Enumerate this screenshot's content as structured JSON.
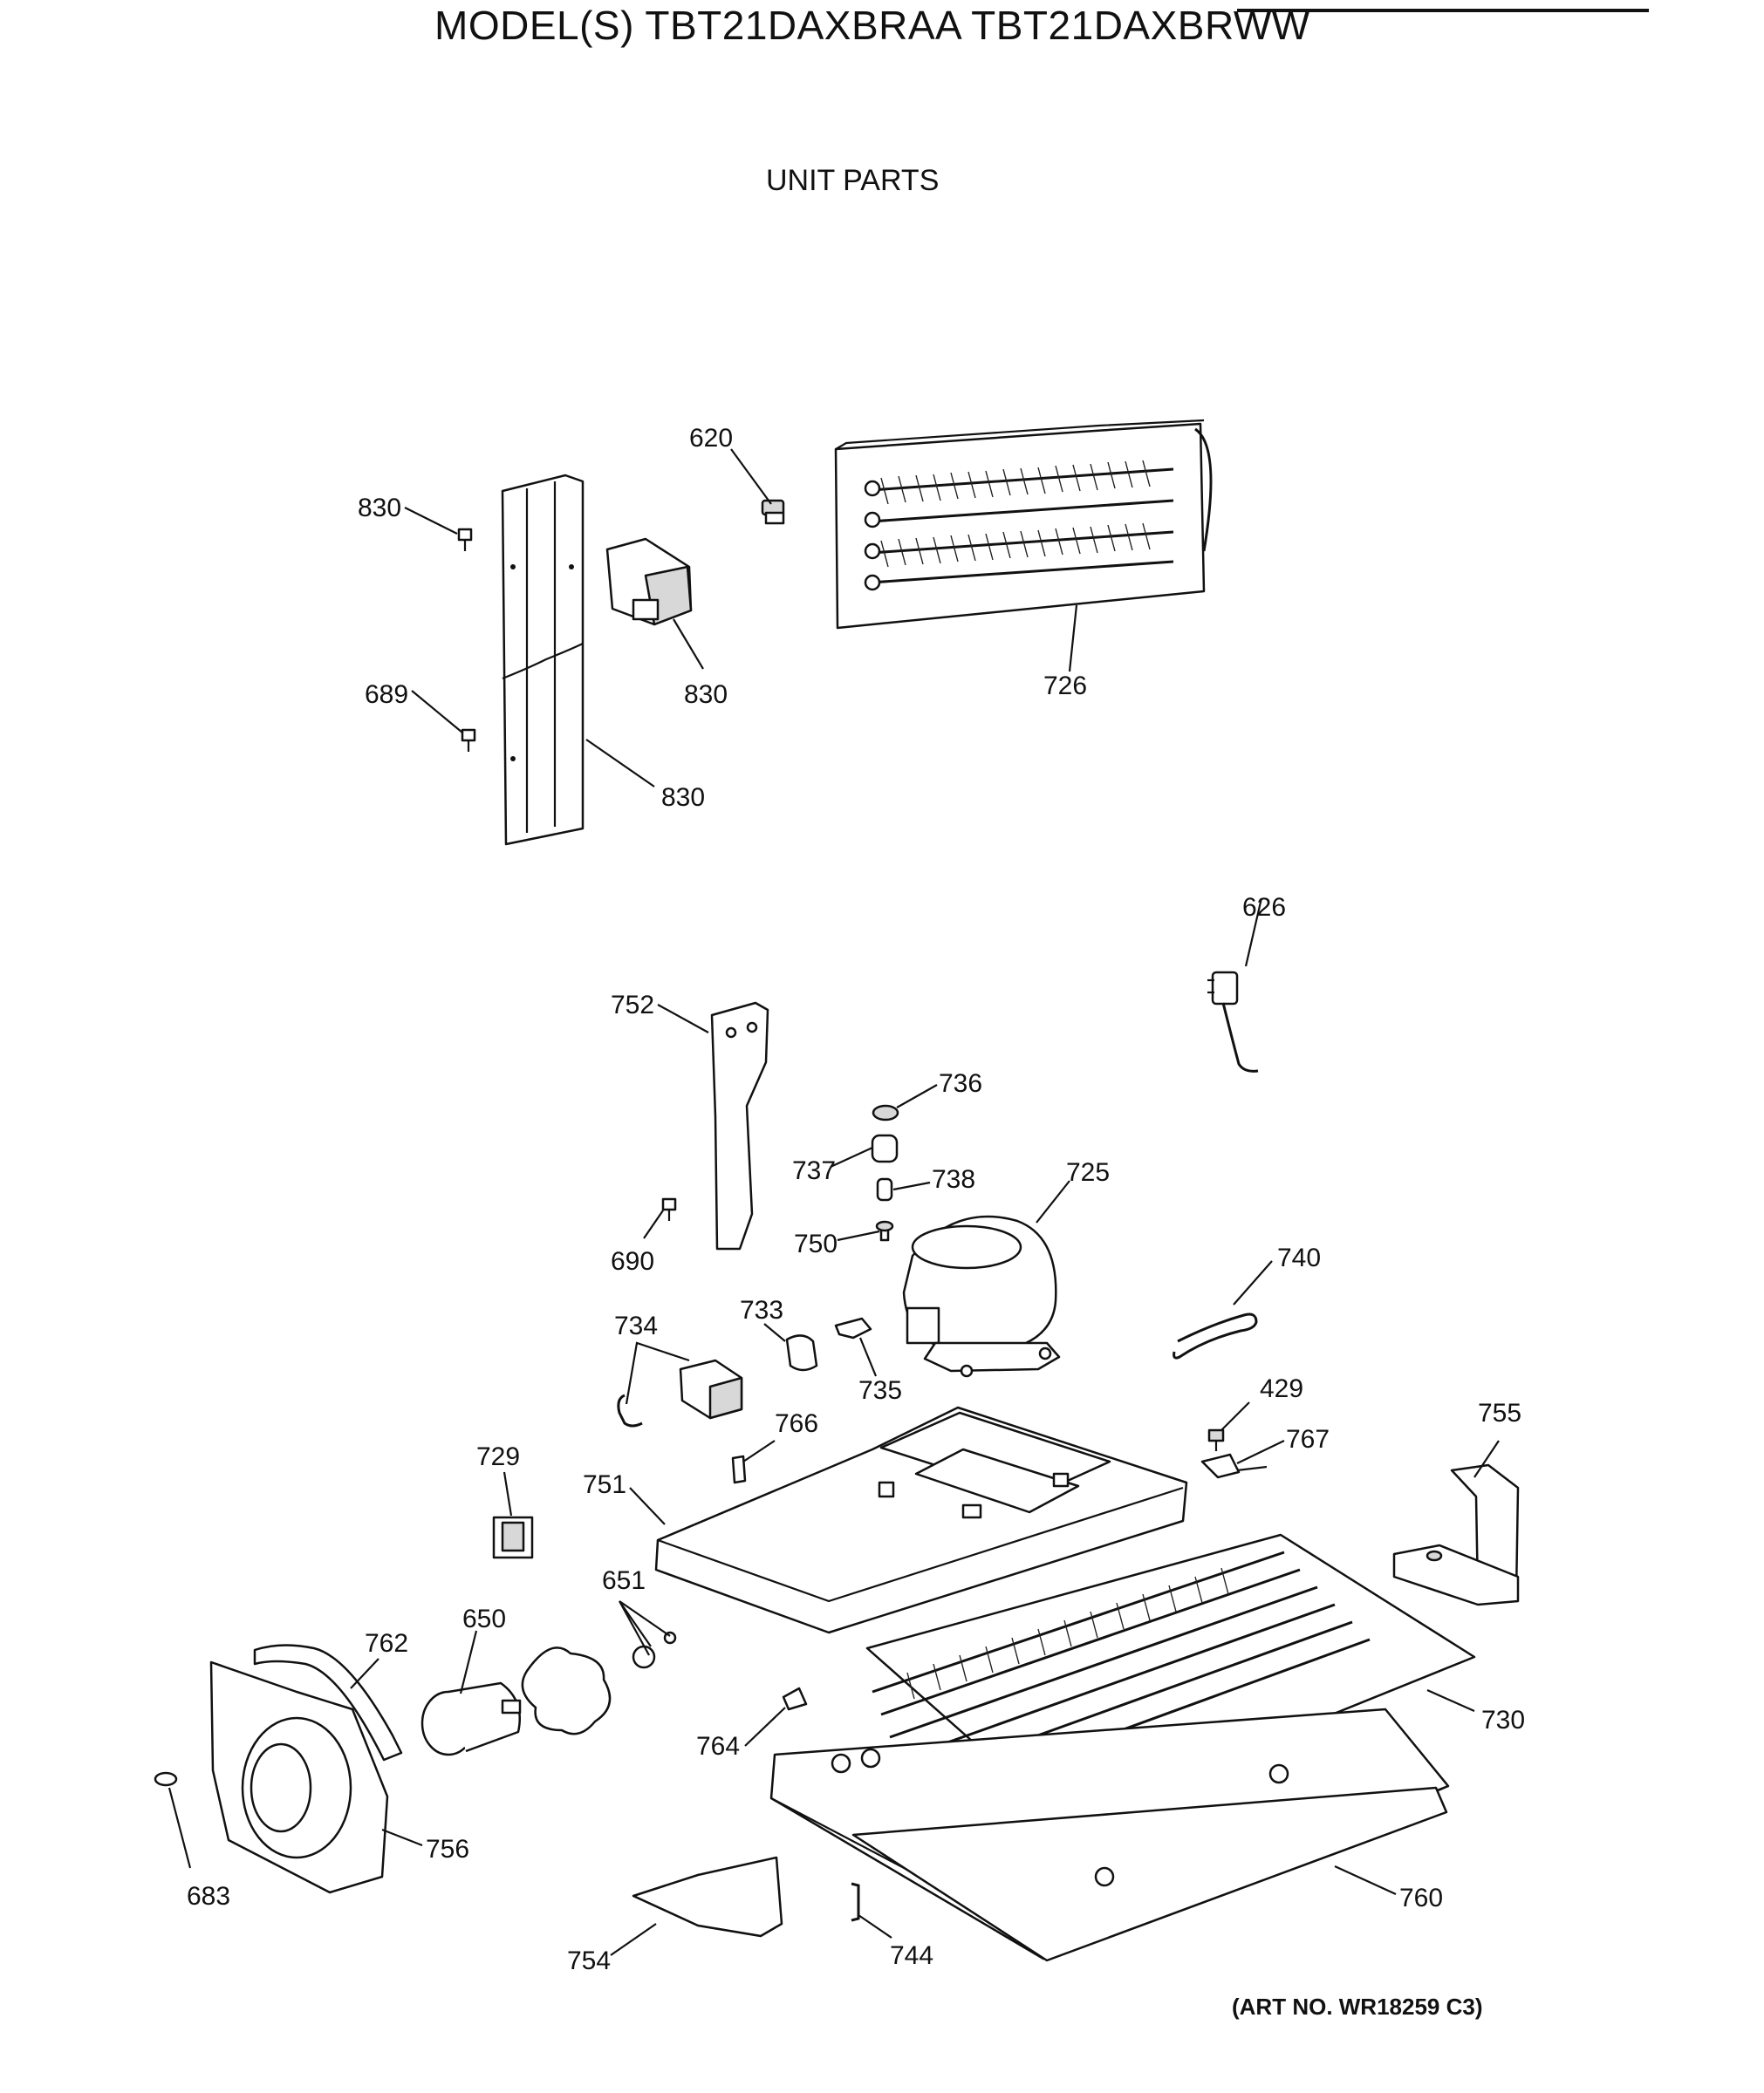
{
  "header": {
    "model": "MODEL(S) TBT21DAXBRAA  TBT21DAXBRWW",
    "section": "UNIT PARTS",
    "art_number": "(ART NO. WR18259 C3)"
  },
  "callouts": [
    "830",
    "620",
    "726",
    "830",
    "689",
    "830",
    "626",
    "752",
    "736",
    "737",
    "738",
    "725",
    "750",
    "690",
    "740",
    "734",
    "733",
    "735",
    "429",
    "755",
    "729",
    "766",
    "767",
    "751",
    "651",
    "650",
    "762",
    "730",
    "764",
    "756",
    "683",
    "760",
    "754",
    "744"
  ]
}
